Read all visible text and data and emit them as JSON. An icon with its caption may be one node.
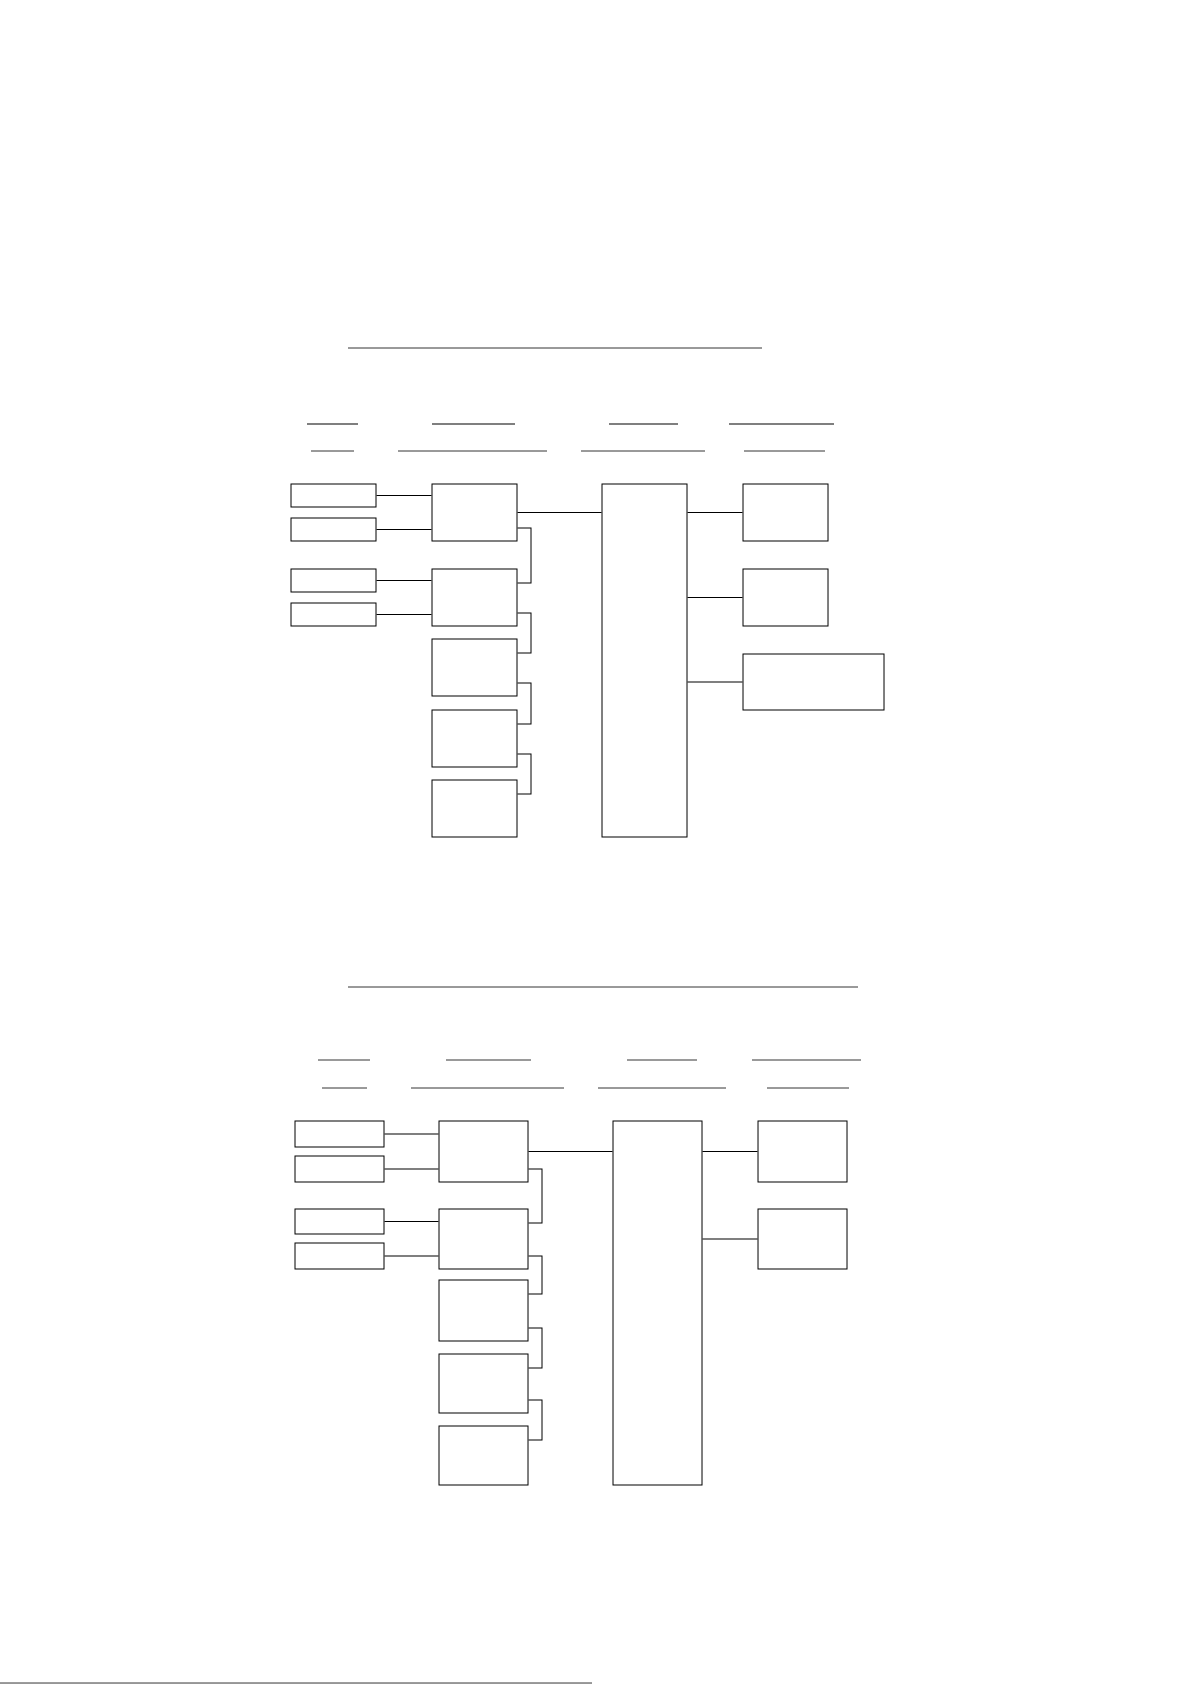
{
  "diagram": {
    "nodes": [
      {
        "text": [],
        "shape": "box"
      },
      {
        "text": [],
        "shape": "box"
      },
      {
        "text": [],
        "shape": "box"
      },
      {
        "text": [],
        "shape": "box"
      },
      {
        "text": [],
        "shape": "box"
      },
      {
        "text": [],
        "shape": "box"
      },
      {
        "text": [],
        "shape": "box"
      },
      {
        "text": [],
        "shape": "box"
      },
      {
        "text": [],
        "shape": "box"
      },
      {
        "text": [],
        "shape": "box"
      },
      {
        "text": [],
        "shape": "box"
      },
      {
        "text": [],
        "shape": "box"
      },
      {
        "text": [],
        "shape": "box"
      },
      {
        "text": [],
        "shape": "box"
      },
      {
        "text": [],
        "shape": "box"
      },
      {
        "text": [],
        "shape": "box"
      },
      {
        "text": [],
        "shape": "box"
      },
      {
        "text": [],
        "shape": "box"
      },
      {
        "text": [],
        "shape": "box"
      },
      {
        "text": [],
        "shape": "box"
      },
      {
        "text": [],
        "shape": "box"
      },
      {
        "text": [],
        "shape": "box"
      },
      {
        "text": [],
        "shape": "box"
      },
      {
        "text": [],
        "shape": "box"
      },
      {
        "text": [],
        "shape": "box"
      }
    ],
    "edges": [
      {
        "from": 0,
        "to": 4,
        "arrow": "none"
      },
      {
        "from": 1,
        "to": 4,
        "arrow": "none"
      },
      {
        "from": 2,
        "to": 5,
        "arrow": "none"
      },
      {
        "from": 3,
        "to": 5,
        "arrow": "none"
      },
      {
        "from": 4,
        "to": 9,
        "arrow": "none"
      },
      {
        "from": 4,
        "to": 5,
        "arrow": "none"
      },
      {
        "from": 5,
        "to": 6,
        "arrow": "none"
      },
      {
        "from": 6,
        "to": 7,
        "arrow": "none"
      },
      {
        "from": 7,
        "to": 8,
        "arrow": "none"
      },
      {
        "from": 9,
        "to": 10,
        "arrow": "none"
      },
      {
        "from": 9,
        "to": 11,
        "arrow": "none"
      },
      {
        "from": 9,
        "to": 12,
        "arrow": "none"
      },
      {
        "from": 13,
        "to": 17,
        "arrow": "none"
      },
      {
        "from": 14,
        "to": 17,
        "arrow": "none"
      },
      {
        "from": 15,
        "to": 18,
        "arrow": "none"
      },
      {
        "from": 16,
        "to": 18,
        "arrow": "none"
      },
      {
        "from": 17,
        "to": 22,
        "arrow": "none"
      },
      {
        "from": 17,
        "to": 18,
        "arrow": "none"
      },
      {
        "from": 18,
        "to": 19,
        "arrow": "none"
      },
      {
        "from": 19,
        "to": 20,
        "arrow": "none"
      },
      {
        "from": 20,
        "to": 21,
        "arrow": "none"
      },
      {
        "from": 22,
        "to": 23,
        "arrow": "none"
      },
      {
        "from": 22,
        "to": 24,
        "arrow": "none"
      }
    ]
  }
}
